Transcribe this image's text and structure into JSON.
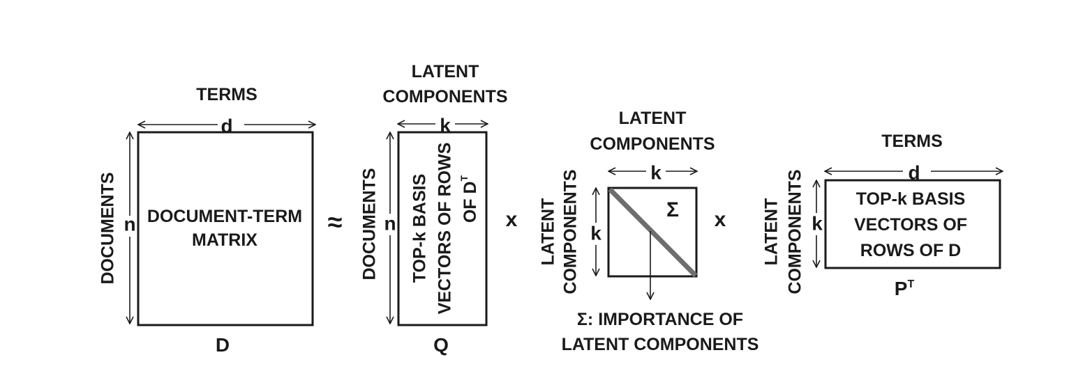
{
  "matrix_d": {
    "top_label": "TERMS",
    "width_dim": "d",
    "side_label": "DOCUMENTS",
    "height_dim": "n",
    "body_line1": "DOCUMENT-TERM",
    "body_line2": "MATRIX",
    "name": "D"
  },
  "approx_symbol": "≈",
  "matrix_q": {
    "top_label_line1": "LATENT",
    "top_label_line2": "COMPONENTS",
    "width_dim": "k",
    "side_label": "DOCUMENTS",
    "height_dim": "n",
    "body_line1": "TOP-k  BASIS",
    "body_line2": "VECTORS OF ROWS",
    "body_line3": "OF  D",
    "body_line3_sup": "T",
    "name": "Q"
  },
  "times_symbol_1": "x",
  "matrix_sigma": {
    "top_label_line1": "LATENT",
    "top_label_line2": "COMPONENTS",
    "width_dim": "k",
    "side_label_line1": "LATENT",
    "side_label_line2": "COMPONENTS",
    "height_dim": "k",
    "symbol": "Σ",
    "caption_line1": "Σ: IMPORTANCE OF",
    "caption_line2": "LATENT COMPONENTS"
  },
  "times_symbol_2": "x",
  "matrix_p": {
    "top_label": "TERMS",
    "width_dim": "d",
    "side_label_line1": "LATENT",
    "side_label_line2": "COMPONENTS",
    "height_dim": "k",
    "body_line1": "TOP-k  BASIS",
    "body_line2": "VECTORS OF",
    "body_line3": "ROWS OF  D",
    "name": "P",
    "name_sup": "T"
  }
}
